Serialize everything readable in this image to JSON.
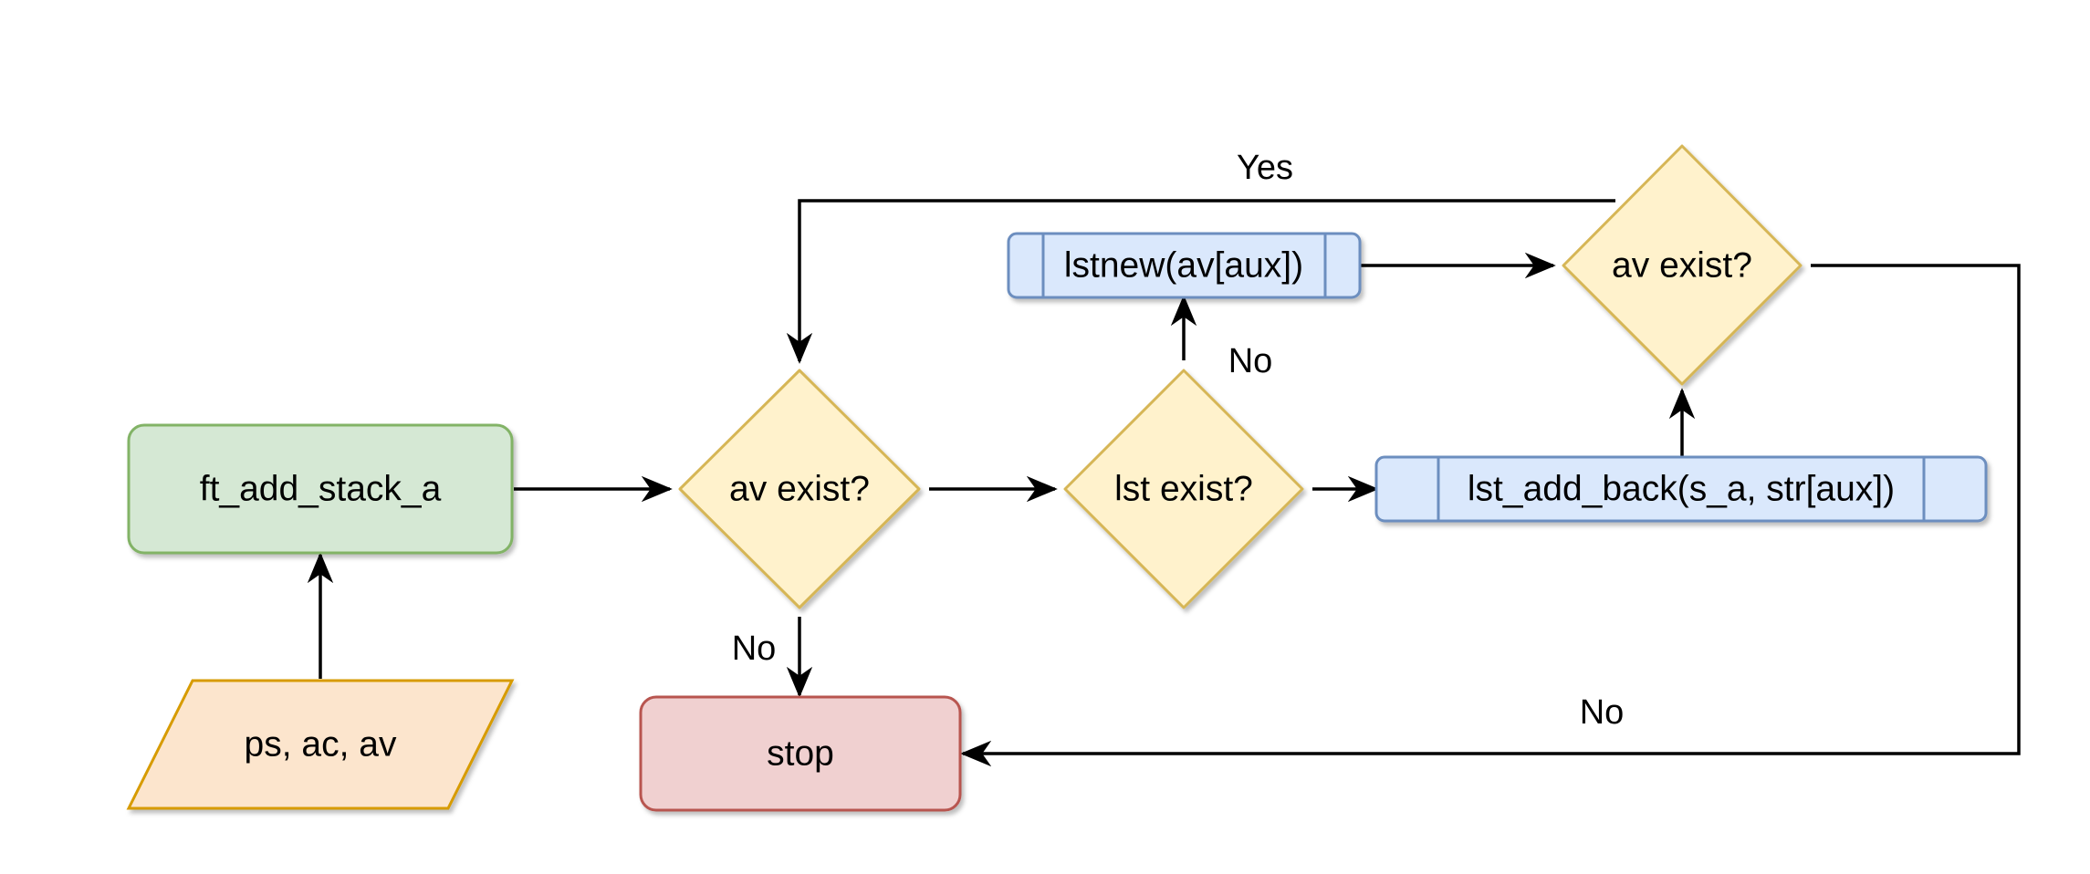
{
  "colors": {
    "green_fill": "#d5e8d4",
    "green_stroke": "#82b366",
    "yellow_fill": "#fff2cc",
    "yellow_stroke": "#d6b656",
    "blue_fill": "#dae8fc",
    "blue_stroke": "#6c8ebf",
    "red_fill": "#f0d0d0",
    "red_stroke": "#b85450",
    "orange_fill": "#fce5cd",
    "orange_stroke": "#d79b00"
  },
  "nodes": {
    "start": "ft_add_stack_a",
    "input": "ps, ac, av",
    "av_exist_1": "av exist?",
    "lst_exist": "lst exist?",
    "lstnew": "lstnew(av[aux])",
    "lst_add_back": "lst_add_back(s_a, str[aux])",
    "av_exist_2": "av exist?",
    "stop": "stop"
  },
  "edge_labels": {
    "loop_yes": "Yes",
    "lst_no": "No",
    "av_no": "No",
    "bottom_no": "No"
  }
}
